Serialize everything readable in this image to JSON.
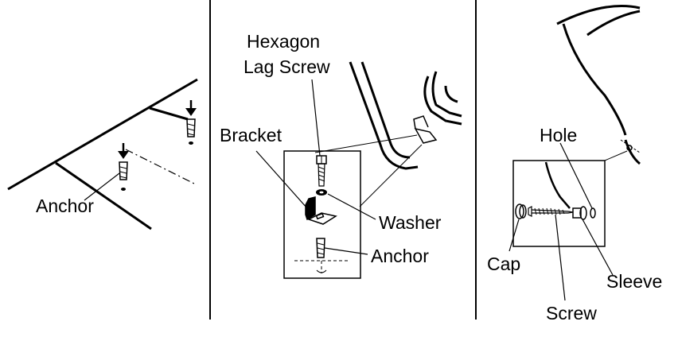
{
  "panels": [
    {
      "id": "floor-anchors",
      "labels": {
        "anchor": "Anchor"
      }
    },
    {
      "id": "bracket-mount",
      "labels": {
        "screw_line1": "Hexagon",
        "screw_line2": "Lag Screw",
        "bracket": "Bracket",
        "washer": "Washer",
        "anchor": "Anchor"
      }
    },
    {
      "id": "side-cap",
      "labels": {
        "hole": "Hole",
        "cap": "Cap",
        "sleeve": "Sleeve",
        "screw": "Screw"
      }
    }
  ],
  "colors": {
    "line": "#000000",
    "background": "#ffffff"
  }
}
